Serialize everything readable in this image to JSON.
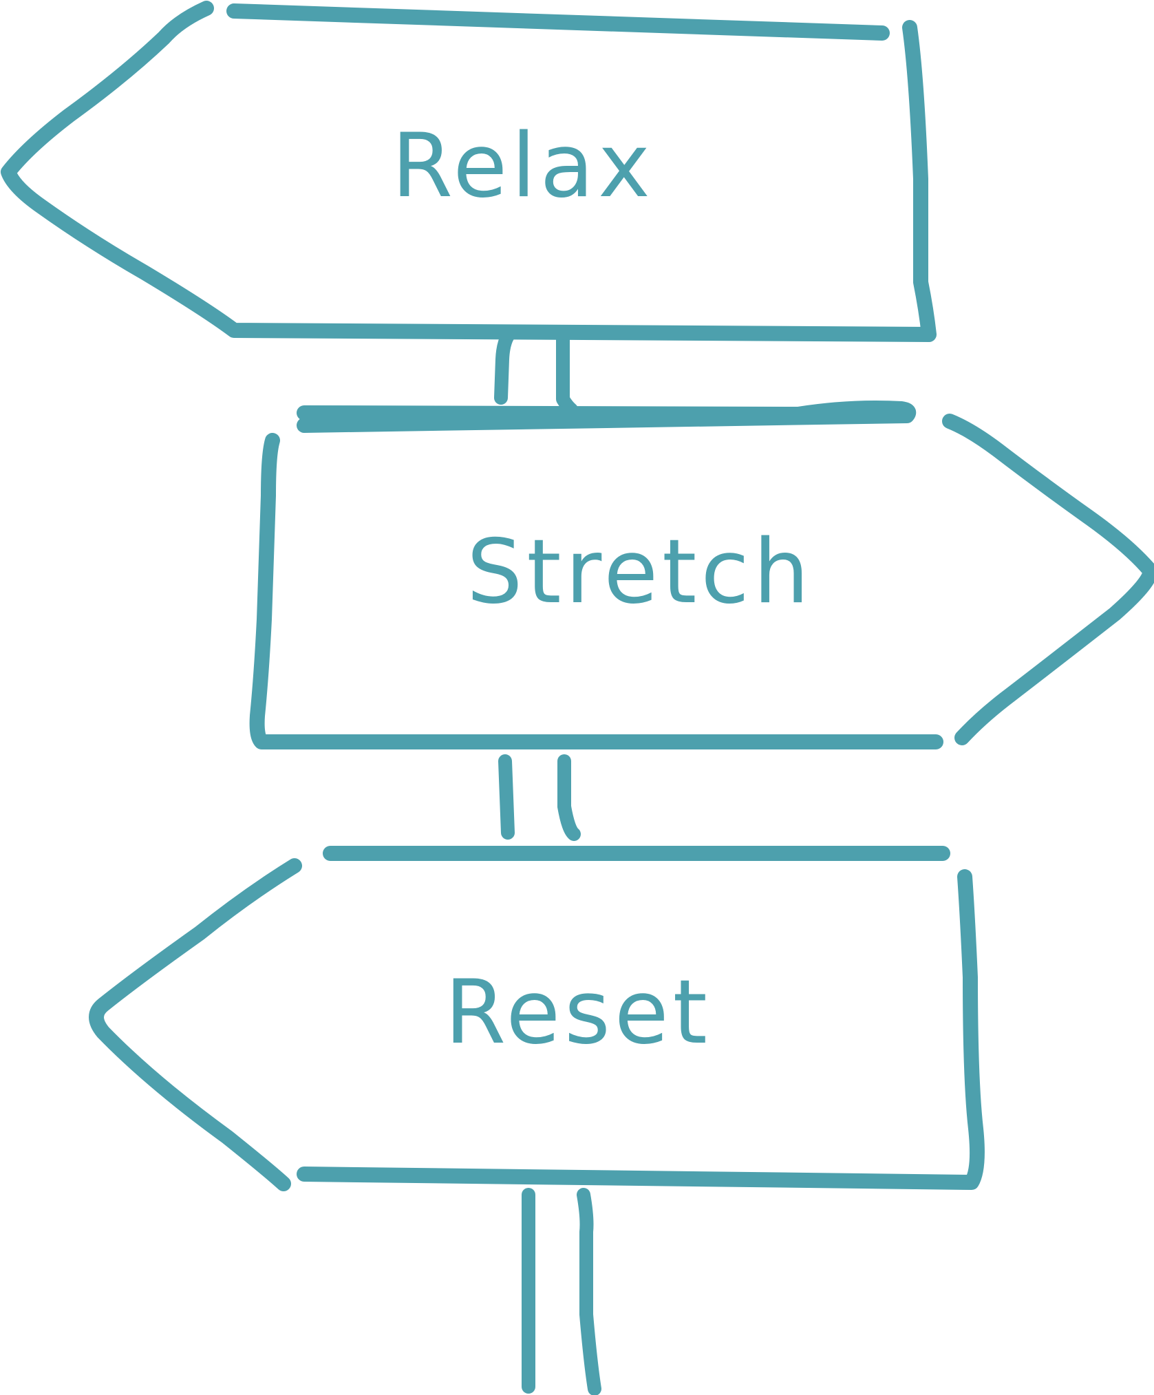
{
  "colors": {
    "stroke": "#4da0ad",
    "text": "#4da0ad",
    "background": "#ffffff"
  },
  "signs": [
    {
      "label": "Relax",
      "direction": "left"
    },
    {
      "label": "Stretch",
      "direction": "right"
    },
    {
      "label": "Reset",
      "direction": "left"
    }
  ]
}
